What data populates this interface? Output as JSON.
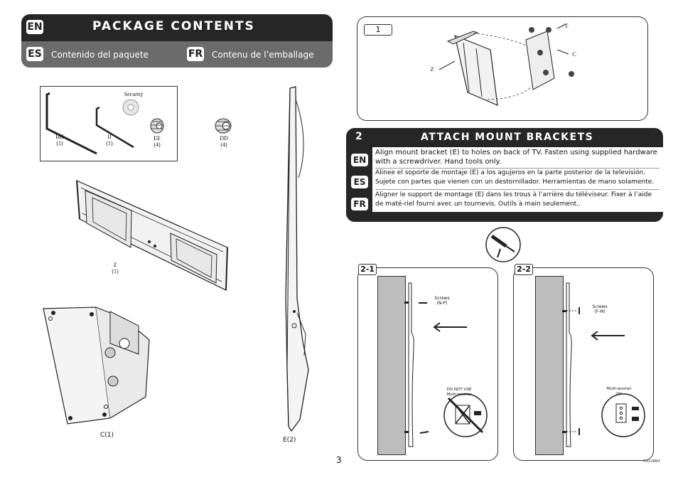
{
  "header": {
    "lang_en": "EN",
    "title": "PACKAGE CONTENTS",
    "lang_es": "ES",
    "es_text": "Contenido del paquete",
    "lang_fr": "FR",
    "fr_text": "Contenu de l’emballage"
  },
  "parts_box": {
    "security_label": "Security",
    "hh_label": "HH",
    "hh_qty": "(1)",
    "ii_label": "II",
    "ii_qty": "(1)",
    "ee_label": "EE",
    "ee_qty": "(4)"
  },
  "parts": {
    "dd_label": "DD",
    "dd_qty": "(4)",
    "z_label": "Z",
    "z_qty": "(1)",
    "c_label": "C(1)",
    "e_label": "E(2)"
  },
  "step1": {
    "number": "1",
    "label_t": "T",
    "label_c": "C",
    "label_z": "Z"
  },
  "step2": {
    "number": "2",
    "title": "ATTACH MOUNT BRACKETS",
    "en_badge": "EN",
    "en_text": "Align mount bracket (E) to holes on back of TV.  Fasten using supplied hardware with a screwdriver.    Hand tools only.",
    "es_badge": "ES",
    "es_text": "Alinee el soporte de montaje (E) a los agujeros en la parte posterior de la televisión. Sujete con partes que vienen con un destornillador. Herramientas de mano solamente.",
    "fr_badge": "FR",
    "fr_text": "Aligner le support de montage (E) dans les trous à l’arrière du téléviseur. Fixer à l’aide de maté-riel fourni avec un tournevis. Outils à main seulement.."
  },
  "step2_1": {
    "number": "2-1",
    "screws_label": "Screws",
    "screws_code": "(N-P)",
    "warn_line1": "DO NOT USE",
    "warn_line2": "Multi-washer"
  },
  "step2_2": {
    "number": "2-2",
    "screws_label": "Screws",
    "screws_code": "(F-M)",
    "washer_line1": "Multi-washer",
    "washer_line2": "(V)"
  },
  "footer": {
    "page_number": "3",
    "doc_code": "C63-0001"
  }
}
